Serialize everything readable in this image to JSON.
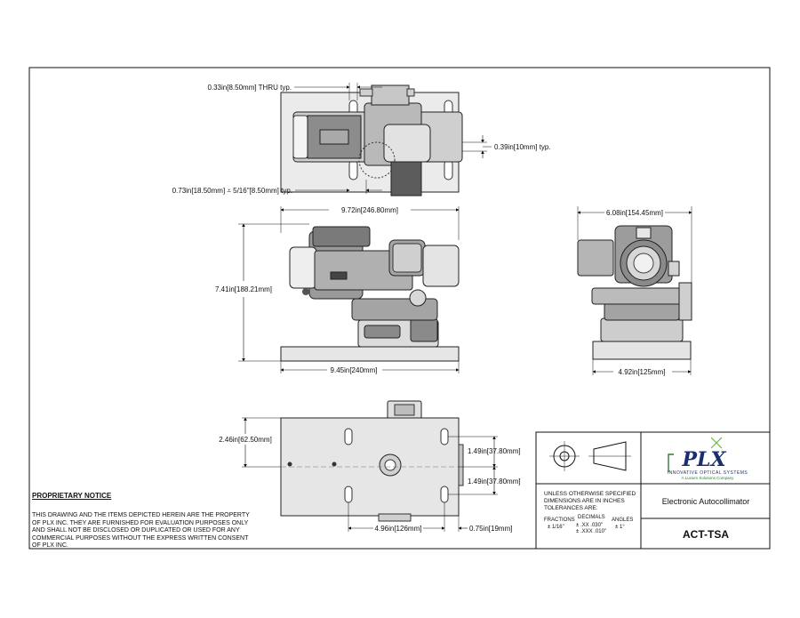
{
  "top_view": {
    "thru_hole": "0.33in[8.50mm] THRU typ.",
    "slot_width": "0.39in[10mm] typ.",
    "counterbore": "0.73in[18.50mm] ⩡ 5/16\"[8.50mm] typ."
  },
  "front_view": {
    "overall_length": "9.72in[246.80mm]",
    "height": "7.41in[188.21mm]",
    "base_length": "9.45in[240mm]"
  },
  "side_view": {
    "overall_width": "6.08in[154.45mm]",
    "base_width": "4.92in[125mm]"
  },
  "bottom_view": {
    "base_depth": "2.46in[62.50mm]",
    "slot_offset_top": "1.49in[37.80mm]",
    "slot_offset_bottom": "1.49in[37.80mm]",
    "slot_spacing": "4.96in[126mm]",
    "edge_offset": "0.75in[19mm]"
  },
  "proprietary_notice": {
    "heading": "PROPRIETARY NOTICE",
    "body": "THIS DRAWING AND THE ITEMS DEPICTED HEREIN ARE THE PROPERTY OF PLX INC. THEY ARE FURNISHED FOR EVALUATION PURPOSES ONLY AND SHALL NOT BE DISCLOSED OR DUPLICATED OR USED FOR ANY COMMERCIAL PURPOSES WITHOUT THE EXPRESS WRITTEN CONSENT OF PLX INC."
  },
  "title_block": {
    "tolerance_note_1": "UNLESS OTHERWISE SPECIFIED",
    "tolerance_note_2": "DIMENSIONS ARE IN INCHES",
    "tolerance_note_3": "TOLERANCES ARE:",
    "fractions_label": "FRACTIONS",
    "fractions_value": "± 1/16\"",
    "decimals_label": "DECIMALS",
    "decimals_xx": "± .XX  .030\"",
    "decimals_xxx": "± .XXX .010\"",
    "angles_label": "ANGLES",
    "angles_value": "± 1°",
    "company_logo": "PLX",
    "company_tagline": "INNOVATIVE OPTICAL SYSTEMS",
    "company_subtag": "A Luxium Solutions Company",
    "product_name": "Electronic Autocollimator",
    "part_number": "ACT-TSA"
  },
  "colors": {
    "accent": "#2f7a3a",
    "logo_blue": "#1b2f6e",
    "body": "#d6d6d6",
    "line": "#111111"
  }
}
